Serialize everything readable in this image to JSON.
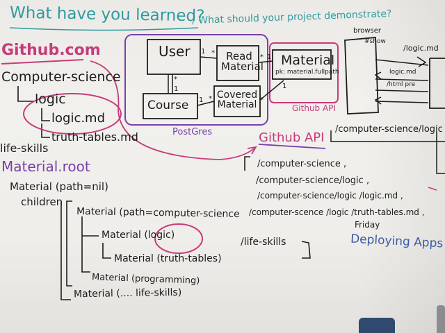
{
  "photo": {
    "header": {
      "learned": "What have you learned?",
      "demonstrate": "/ What should your project demonstrate?"
    },
    "github_tree": {
      "title": "Github.com",
      "cs": "Computer-science",
      "logic": "logic",
      "logic_md": "logic.md",
      "truth_tables": "truth-tables.md",
      "life_skills": "life-skills"
    },
    "material_root": {
      "title": "Material.root",
      "root": "Material (path=nil)",
      "children": "children",
      "cs": "Material (path=computer-science",
      "logic": "Material (logic)",
      "truth": "Material (truth-tables)",
      "programming": "Material (programming)",
      "life": "Material (.... life-skills)"
    },
    "schema": {
      "user": "User",
      "course": "Course",
      "read_material": "Read Material",
      "covered_material": "Covered Material",
      "material": "Material",
      "material_pk": "pk: material.fullpath",
      "postgres": "PostGres",
      "github_api_small": "Github API",
      "mult_1": "1",
      "mult_star": "*"
    },
    "api_list": {
      "title": "Github API",
      "items": [
        "/computer-science ,",
        "/computer-science/logic ,",
        "/computer-science/logic /logic.md ,",
        "/computer-scence /logic /truth-tables.md ,",
        "/life-skills"
      ],
      "friday": "Friday",
      "deploying": "Deploying Apps"
    },
    "browser": {
      "browser": "browser",
      "show": "#show",
      "logic_md_path": "/logic.md",
      "logic_md": "logic.md",
      "html_pre": "/html pre",
      "cs_logic_path": "/computer-science/logic"
    }
  }
}
